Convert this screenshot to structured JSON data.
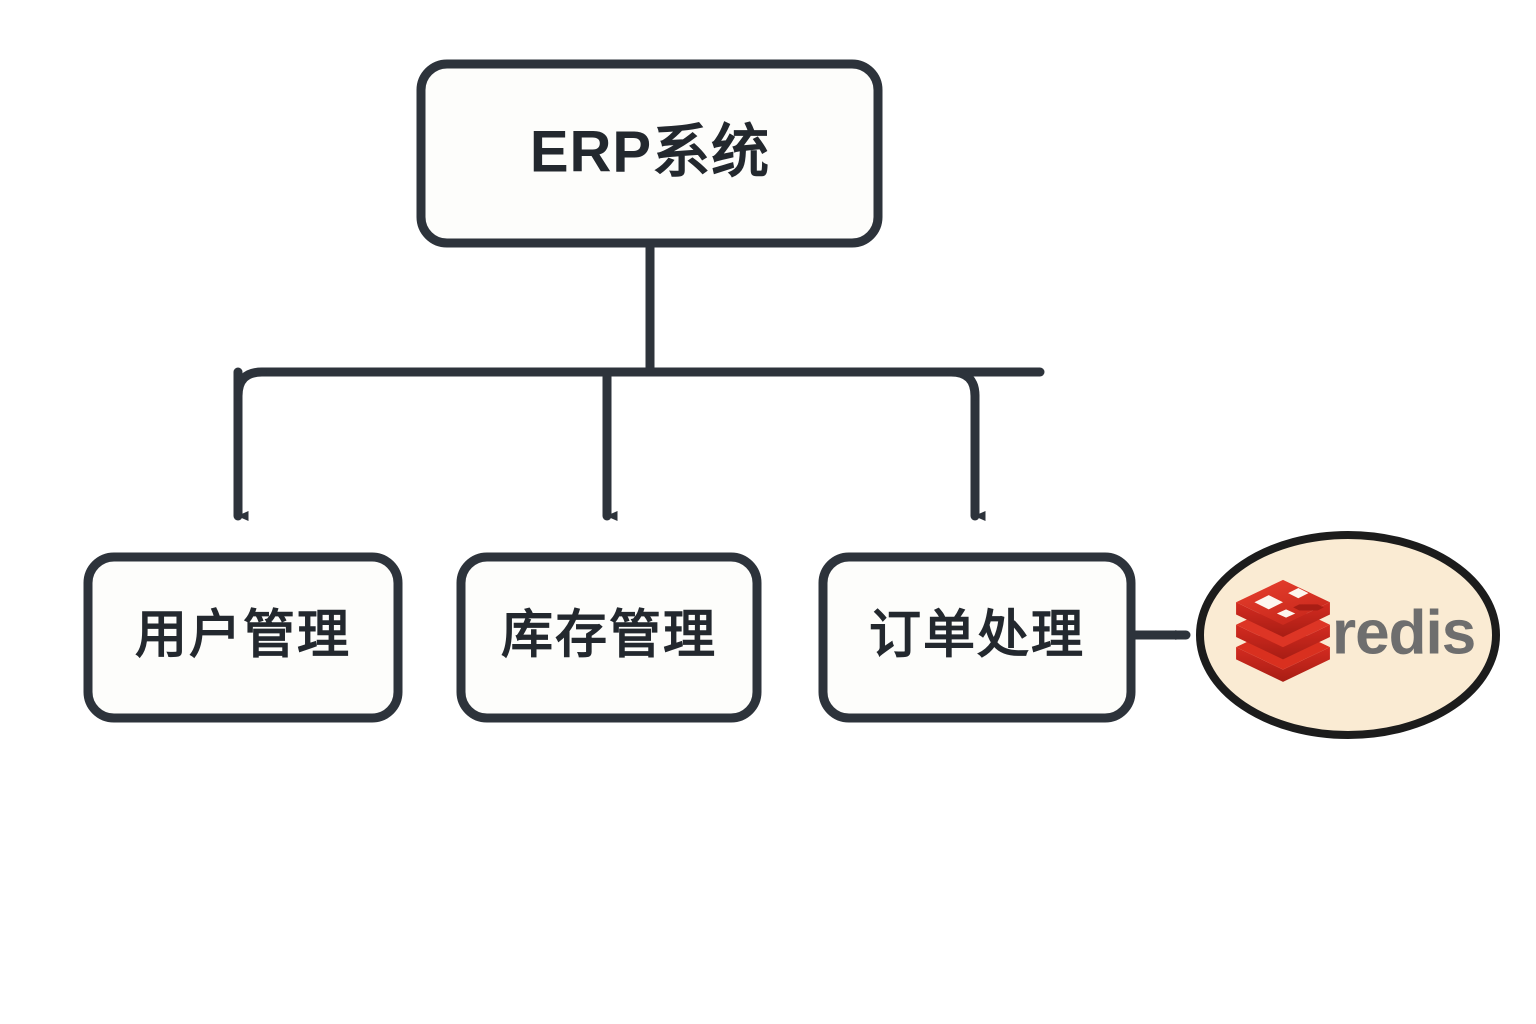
{
  "diagram": {
    "type": "flowchart",
    "direction": "top-down",
    "background_color": "#ffffff",
    "stroke_color": "#2d333b",
    "node_fill": "#fdfdfb",
    "text_color": "#23282e",
    "nodes": [
      {
        "id": "root",
        "label": "ERP系统",
        "shape": "rounded-rectangle",
        "fill": "#fdfdfb",
        "border": "#2d333b"
      },
      {
        "id": "user",
        "label": "用户管理",
        "shape": "rounded-rectangle",
        "fill": "#fdfdfb",
        "border": "#2d333b"
      },
      {
        "id": "inventory",
        "label": "库存管理",
        "shape": "rounded-rectangle",
        "fill": "#fdfdfb",
        "border": "#2d333b"
      },
      {
        "id": "order",
        "label": "订单处理",
        "shape": "rounded-rectangle",
        "fill": "#fdfdfb",
        "border": "#2d333b"
      },
      {
        "id": "redis",
        "label": "redis",
        "shape": "ellipse",
        "fill": "#faebd3",
        "border": "#1c1c1c",
        "logo": "redis-logo",
        "logo_color": "#d92b20",
        "wordmark_color": "#6e6e6e"
      }
    ],
    "edges": [
      {
        "from": "root",
        "to": "user",
        "style": "elbow",
        "arrow": "triangle"
      },
      {
        "from": "root",
        "to": "inventory",
        "style": "straight",
        "arrow": "triangle"
      },
      {
        "from": "root",
        "to": "order",
        "style": "elbow",
        "arrow": "triangle"
      },
      {
        "from": "order",
        "to": "redis",
        "style": "straight",
        "arrow": "triangle"
      }
    ]
  }
}
